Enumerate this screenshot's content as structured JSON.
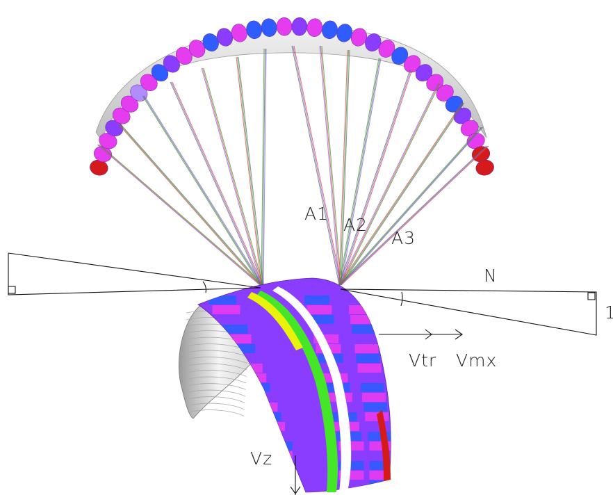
{
  "labels": {
    "a1": "A1",
    "a2": "A2",
    "a3": "A3",
    "n": "N",
    "one": "1",
    "vtr": "Vtr",
    "vmx": "Vmx",
    "vz": "Vz"
  },
  "colors": {
    "magenta": "#e63cf0",
    "violet": "#8a3cff",
    "blue": "#2f5cff",
    "lilac": "#b08cff",
    "red": "#d41a1a",
    "yellow": "#e9f20a",
    "green": "#45e628",
    "white": "#ffffff",
    "underside": "#dcdcdc",
    "lines": "#555555"
  },
  "canopy_top_pattern": [
    "red",
    "magenta",
    "magenta",
    "violet",
    "magenta",
    "magenta",
    "lilac",
    "magenta",
    "blue",
    "violet",
    "magenta",
    "magenta",
    "blue",
    "violet",
    "magenta",
    "blue",
    "blue",
    "magenta",
    "violet",
    "magenta",
    "blue",
    "blue",
    "magenta",
    "violet",
    "magenta",
    "blue",
    "magenta",
    "violet",
    "magenta",
    "magenta",
    "blue",
    "violet",
    "magenta",
    "magenta",
    "red",
    "red"
  ],
  "wing_stripe_pattern": [
    "blue",
    "magenta",
    "violet",
    "blue",
    "magenta",
    "blue",
    "violet",
    "magenta",
    "magenta",
    "blue",
    "violet",
    "magenta",
    "blue",
    "magenta",
    "violet",
    "blue",
    "magenta",
    "blue",
    "magenta",
    "violet"
  ]
}
